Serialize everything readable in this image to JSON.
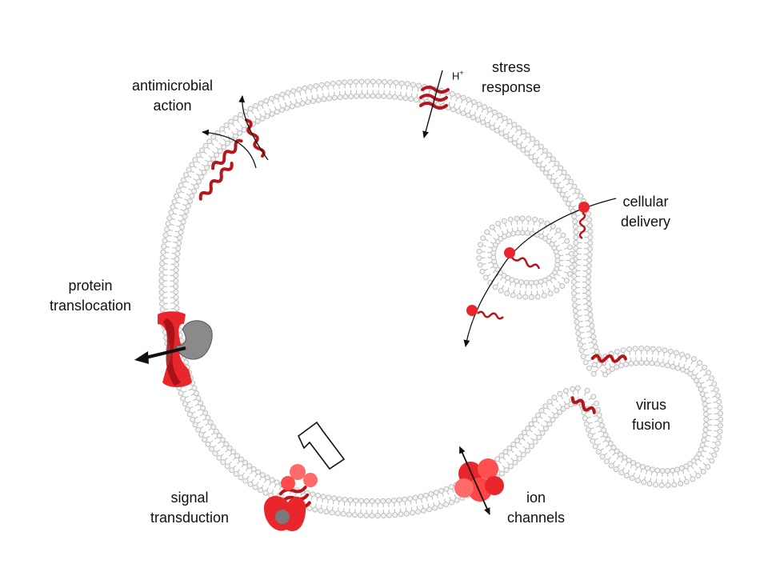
{
  "labels": {
    "antimicrobial": [
      "antimicrobial",
      "action"
    ],
    "stress": [
      "stress",
      "response"
    ],
    "cellular": [
      "cellular",
      "delivery"
    ],
    "protein": [
      "protein",
      "translocation"
    ],
    "virus": [
      "virus",
      "fusion"
    ],
    "signal": [
      "signal",
      "transduction"
    ],
    "ion": [
      "ion",
      "channels"
    ],
    "hplus": {
      "base": "H",
      "sup": "+"
    }
  },
  "colors": {
    "lipid": "#bdbdbd",
    "lipid_fill": "#f3f3f3",
    "helix": "#b5161c",
    "protein_red": "#e8262c",
    "protein_dark": "#9c1014",
    "cargo_grey": "#8a8a8a",
    "arrow": "#111111"
  }
}
